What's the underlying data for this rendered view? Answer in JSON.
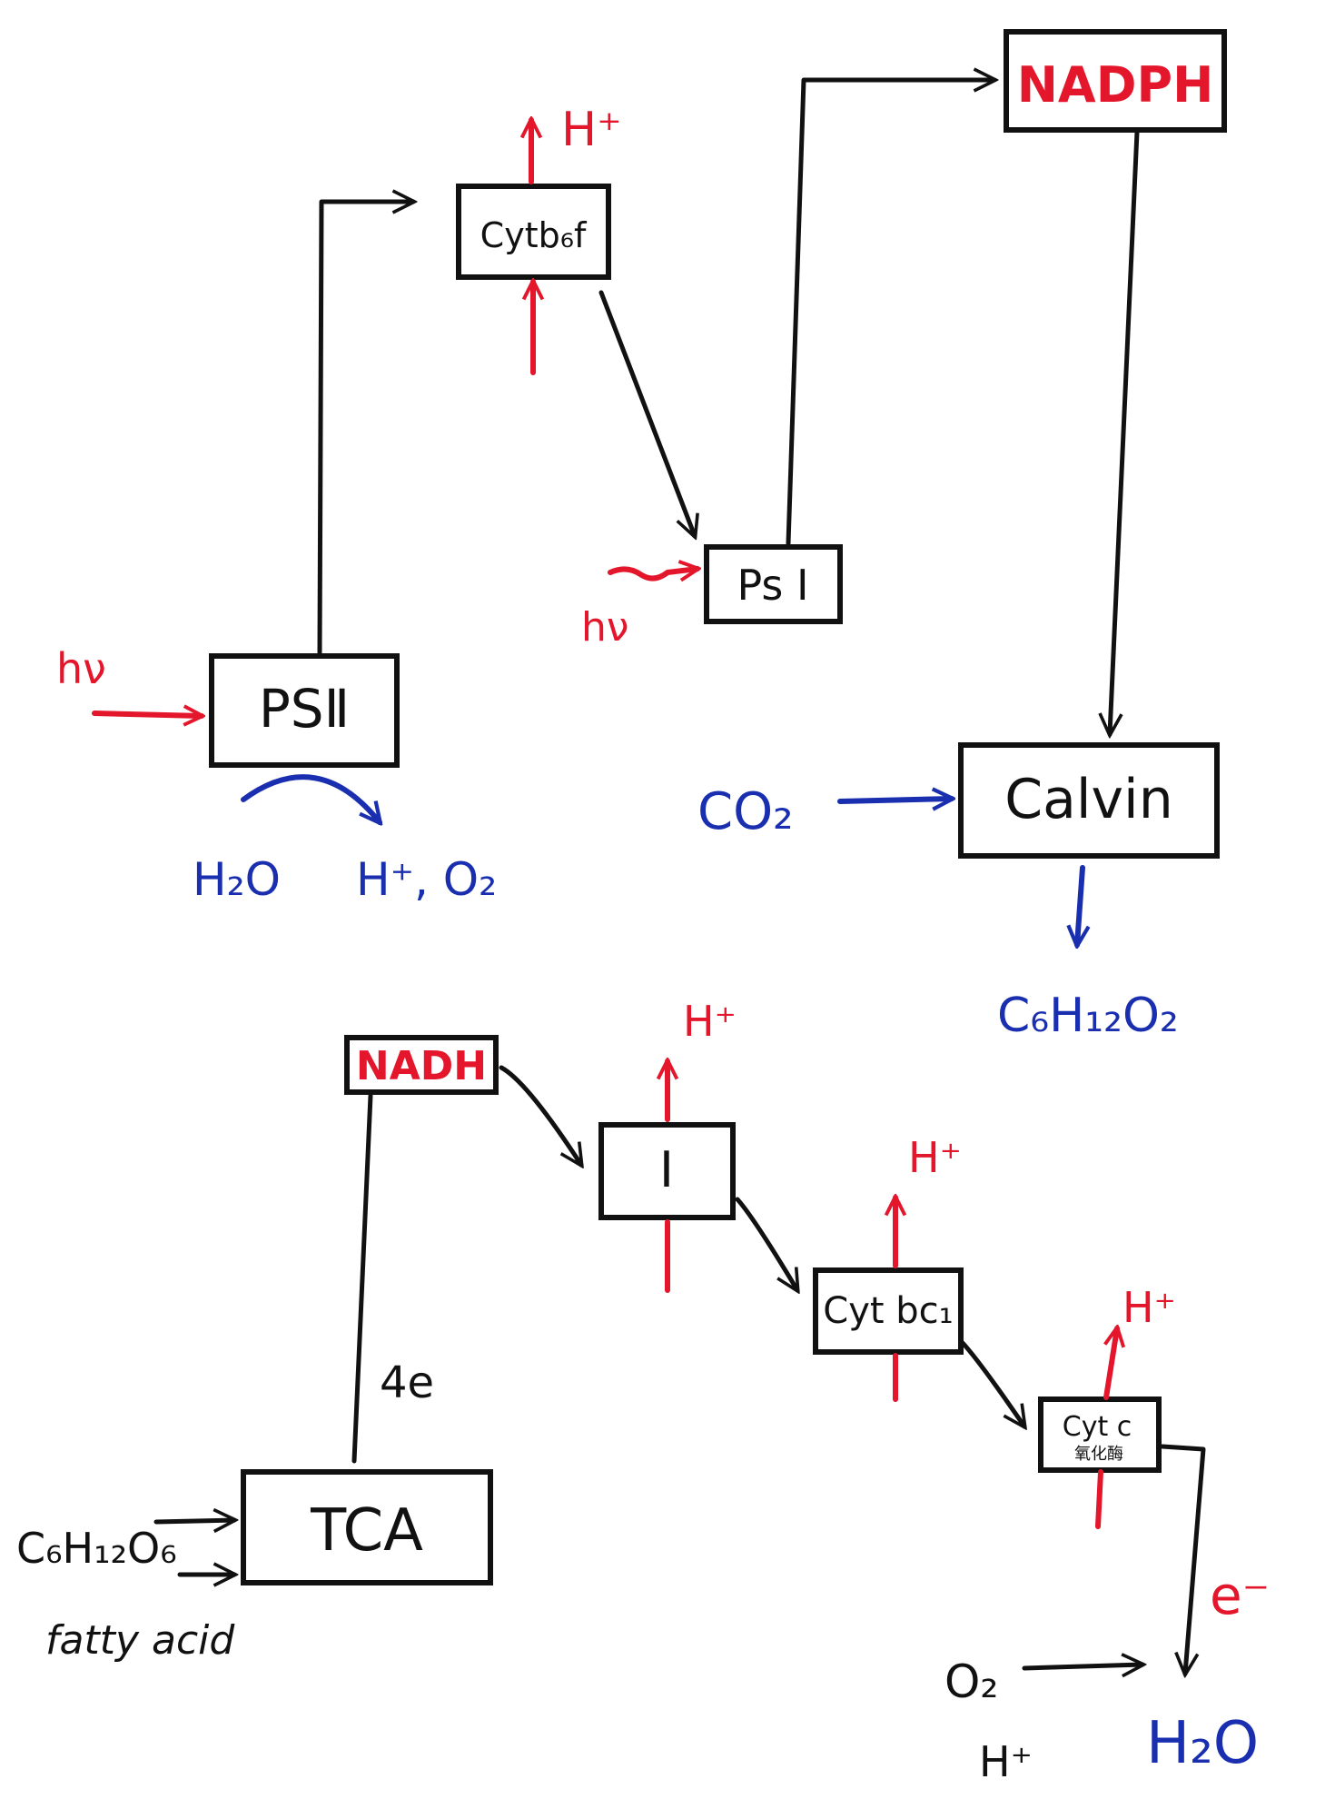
{
  "colors": {
    "ink": "#111111",
    "red": "#e3162b",
    "blue": "#1a2fb0"
  },
  "photosynthesis": {
    "psii": "PSⅡ",
    "psi": "Ps I",
    "cytb6f": "Cytb₆f",
    "nadph": "NADPH",
    "calvin": "Calvin",
    "light_psii": "hν",
    "light_psi": "hν",
    "h_plus_cytb6f": "H⁺",
    "water_in": "H₂O",
    "water_out": "H⁺, O₂",
    "co2": "CO₂",
    "glucose_out": "C₆H₁₂O₂"
  },
  "respiration": {
    "nadh": "NADH",
    "complex1": "I",
    "cytbc1": "Cyt bc₁",
    "cytc": "Cyt c",
    "cytc_sub": "氧化酶",
    "tca": "TCA",
    "four_e": "4e",
    "glucose_in": "C₆H₁₂O₆",
    "fatty_acid": "fatty acid",
    "h_plus_1": "H⁺",
    "h_plus_2": "H⁺",
    "h_plus_3": "H⁺",
    "electron": "e⁻",
    "o2": "O₂",
    "h_plus_bottom": "H⁺",
    "water_final": "H₂O"
  }
}
